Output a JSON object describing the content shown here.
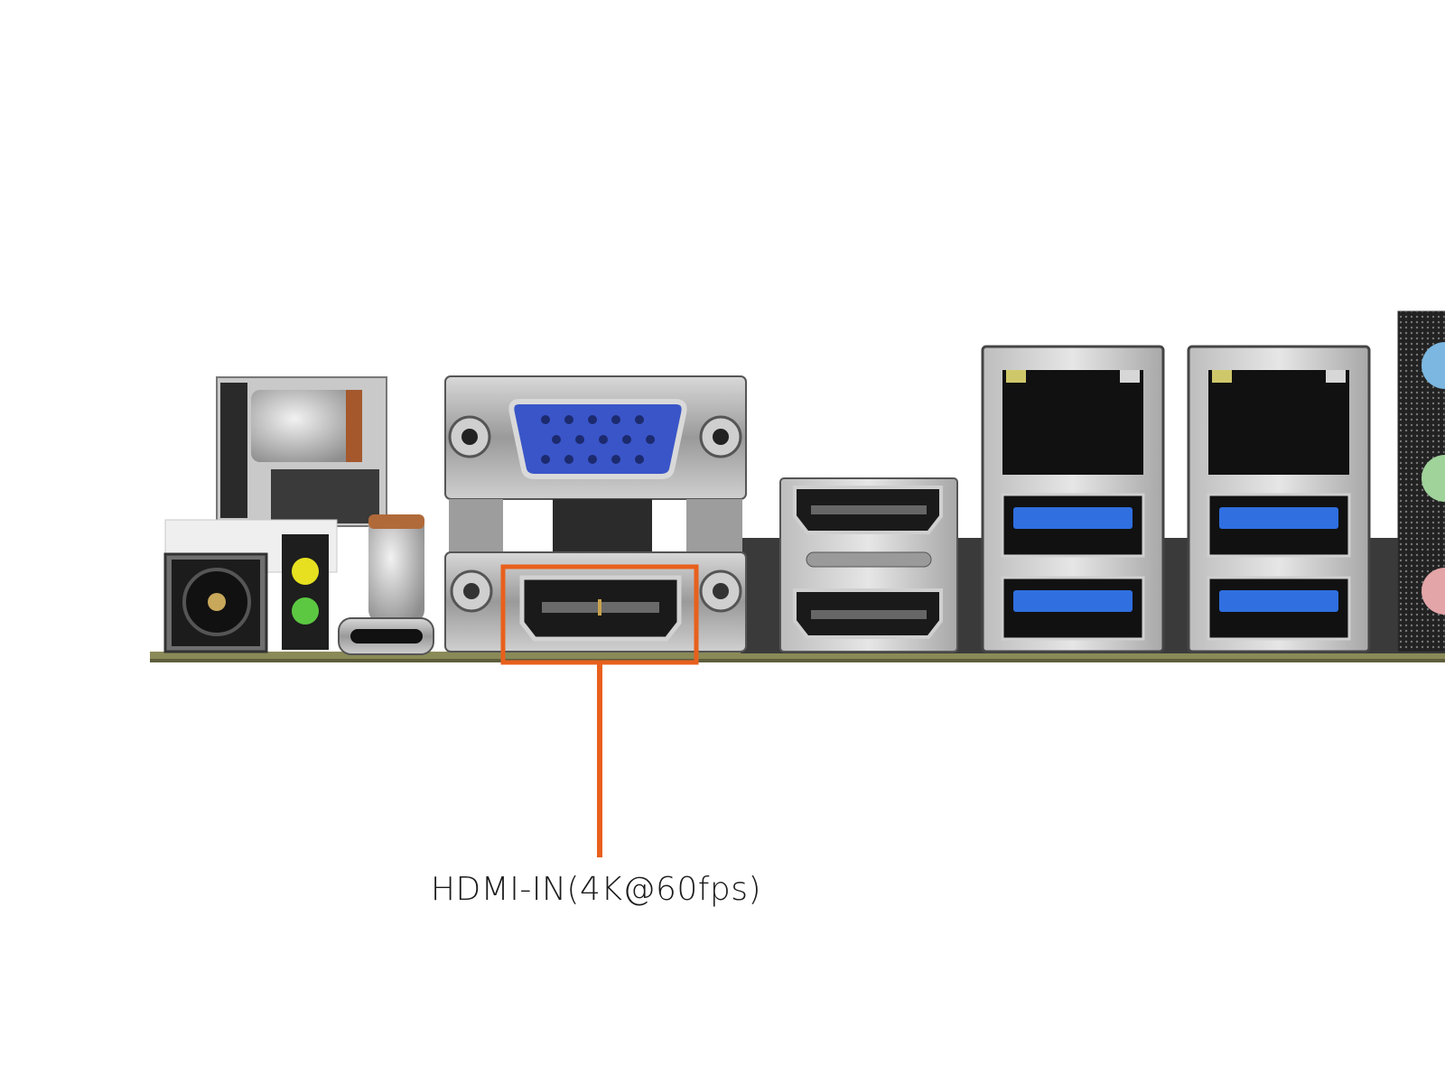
{
  "callout": {
    "label": "HDMI-IN(4K@60fps)",
    "highlight_color": "#E8601C",
    "text_color": "#1a1a1a"
  },
  "board": {
    "components": [
      {
        "name": "dc-power-jack"
      },
      {
        "name": "status-led-yellow",
        "color": "#E6E020"
      },
      {
        "name": "status-led-green",
        "color": "#5CC842"
      },
      {
        "name": "usb-c-port"
      },
      {
        "name": "vga-port",
        "color": "#3A55C8"
      },
      {
        "name": "hdmi-in-port"
      },
      {
        "name": "hdmi-out-port-top"
      },
      {
        "name": "hdmi-out-port-bottom"
      },
      {
        "name": "ethernet-port-1"
      },
      {
        "name": "ethernet-port-2"
      },
      {
        "name": "usb3-port",
        "color": "#2F6FE0"
      },
      {
        "name": "audio-jack-blue",
        "color": "#7BB7E0"
      },
      {
        "name": "audio-jack-green",
        "color": "#9FD39A"
      },
      {
        "name": "audio-jack-pink",
        "color": "#E3A5A8"
      }
    ]
  }
}
